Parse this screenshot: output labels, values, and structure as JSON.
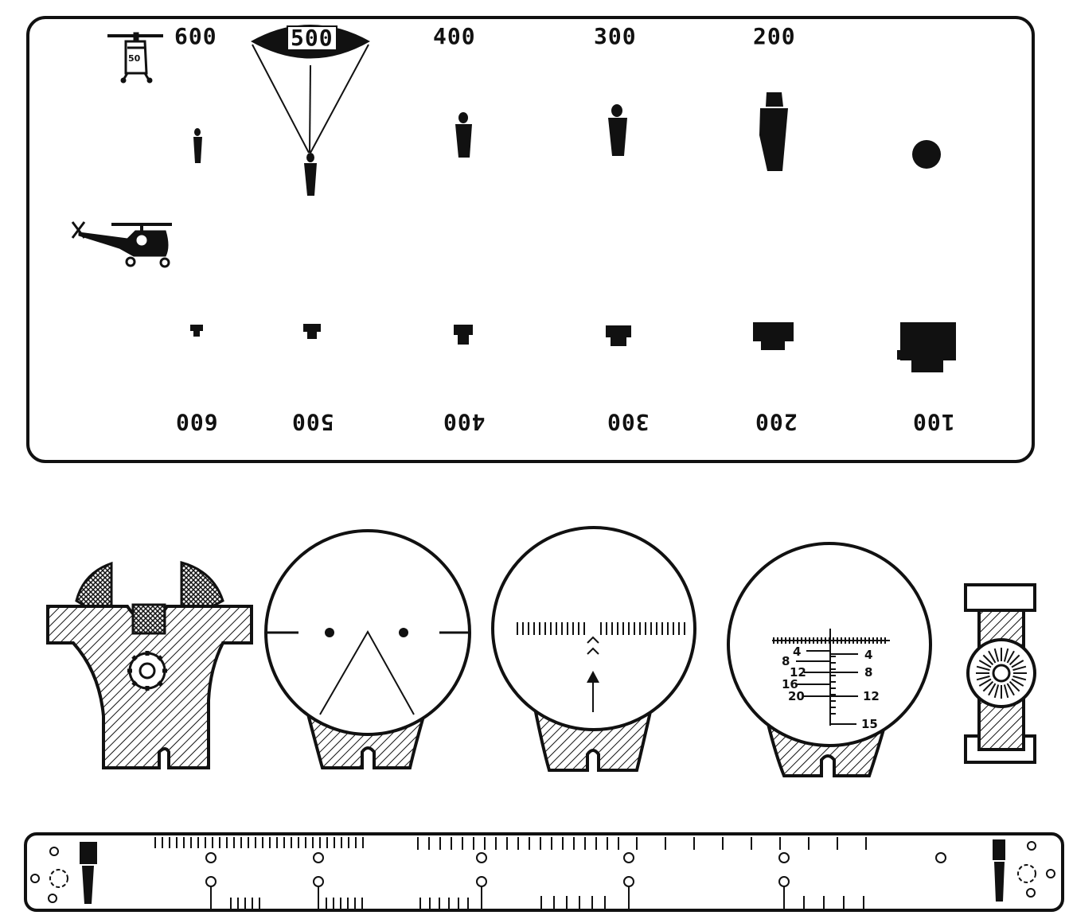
{
  "top_panel": {
    "top_range_labels": [
      "600",
      "500",
      "400",
      "300",
      "200"
    ],
    "bottom_range_labels": [
      "600",
      "500",
      "400",
      "300",
      "200",
      "100"
    ]
  },
  "helicopter_small": {
    "badge": "50"
  },
  "reticle_scale": {
    "left_numbers": [
      "4",
      "8",
      "12",
      "16",
      "20"
    ],
    "right_numbers": [
      "4",
      "8",
      "12",
      "15"
    ]
  },
  "colors": {
    "ink": "#111111",
    "paper": "#ffffff"
  }
}
